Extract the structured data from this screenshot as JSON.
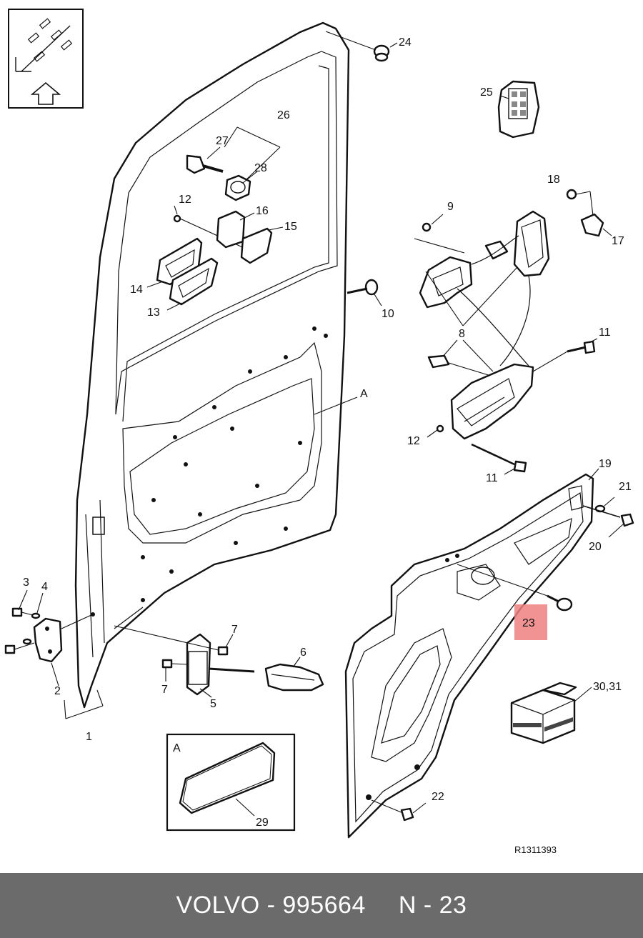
{
  "diagram": {
    "reference_code": "R1311393",
    "callouts": {
      "c1": "1",
      "c2": "2",
      "c3": "3",
      "c4": "4",
      "c5": "5",
      "c6": "6",
      "c7a": "7",
      "c7b": "7",
      "c8": "8",
      "c9": "9",
      "c10": "10",
      "c11a": "11",
      "c11b": "11",
      "c12a": "12",
      "c12b": "12",
      "c13": "13",
      "c14": "14",
      "c15": "15",
      "c16": "16",
      "c17": "17",
      "c18": "18",
      "c19": "19",
      "c20": "20",
      "c21": "21",
      "c22": "22",
      "c23": "23",
      "c24": "24",
      "c25": "25",
      "c26": "26",
      "c27": "27",
      "c28": "28",
      "c29": "29",
      "c3031": "30,31",
      "cA": "A",
      "cDetailA": "A"
    },
    "highlighted_part": "23",
    "highlight_color": "#f08080"
  },
  "footer": {
    "brand_part": "VOLVO - 995664",
    "position": "N - 23",
    "background": "#6b6b6b"
  }
}
